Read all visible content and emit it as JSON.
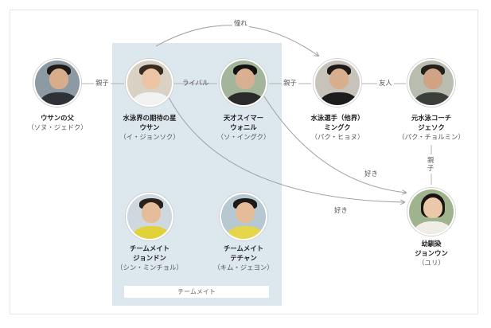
{
  "characters": {
    "usan_father": {
      "role": "ウサンの父",
      "name": "",
      "actor": "（ソヌ・ジェドク）"
    },
    "usan": {
      "role": "水泳界の期待の星",
      "name": "ウサン",
      "actor": "（イ・ジョンソク）"
    },
    "wonil": {
      "role": "天才スイマー",
      "name": "ウォニル",
      "actor": "（ソ・イングク）"
    },
    "mingyu": {
      "role": "水泳選手（他界）",
      "name": "ミングク",
      "actor": "（パク・ヒョヌ）"
    },
    "jaesok": {
      "role": "元水泳コーチ",
      "name": "ジェソク",
      "actor": "（パク・チョルミン）"
    },
    "jondon": {
      "role": "チームメイト",
      "name": "ジョンドン",
      "actor": "（シン・ミンチョル）"
    },
    "techan": {
      "role": "チームメイト",
      "name": "テチャン",
      "actor": "（キム・ジェヨン）"
    },
    "jongun": {
      "role": "幼馴染",
      "name": "ジョンウン",
      "actor": "（ユリ）"
    }
  },
  "relations": {
    "oyako_1": "親子",
    "rival": "ライバル",
    "oyako_2": "親子",
    "yuujin": "友人",
    "oyako_3": "親子",
    "akogare": "憧れ",
    "suki_1": "好き",
    "suki_2": "好き"
  },
  "team_label": "チームメイト"
}
